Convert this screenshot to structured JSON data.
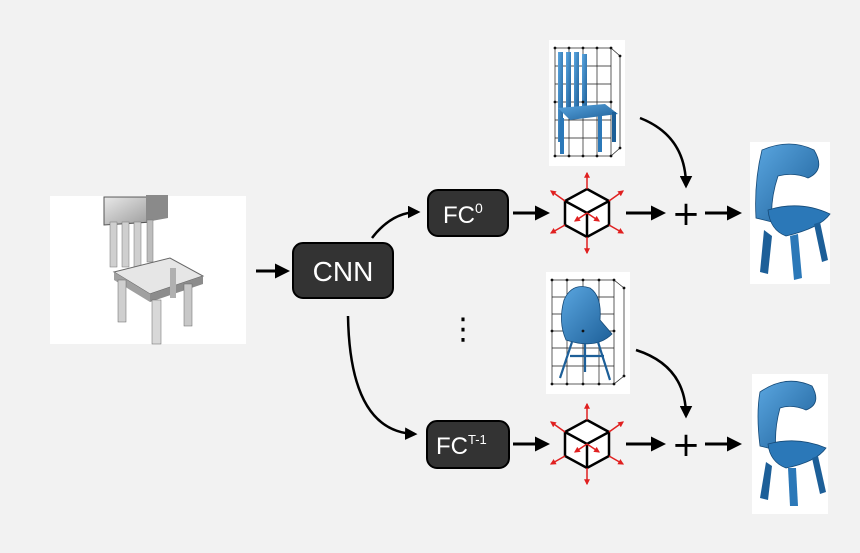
{
  "nodes": {
    "cnn": "CNN",
    "fc_top_base": "FC",
    "fc_top_sup": "0",
    "fc_bottom_base": "FC",
    "fc_bottom_sup": "T-1",
    "plus_top": "+",
    "plus_bottom": "+",
    "ellipsis": "⋮"
  },
  "images": {
    "input": "input-chair-render",
    "template_top": "template-chair-spindle-with-lattice",
    "template_bottom": "template-chair-shell-with-lattice",
    "output_top": "deformed-chair-output",
    "output_bottom": "deformed-chair-output"
  },
  "colors": {
    "background": "#f2f2f2",
    "box_fill": "#333333",
    "box_stroke": "#000000",
    "mesh_blue": "#2b78b8",
    "deform_arrow_red": "#e02020",
    "arrow": "#000000"
  }
}
